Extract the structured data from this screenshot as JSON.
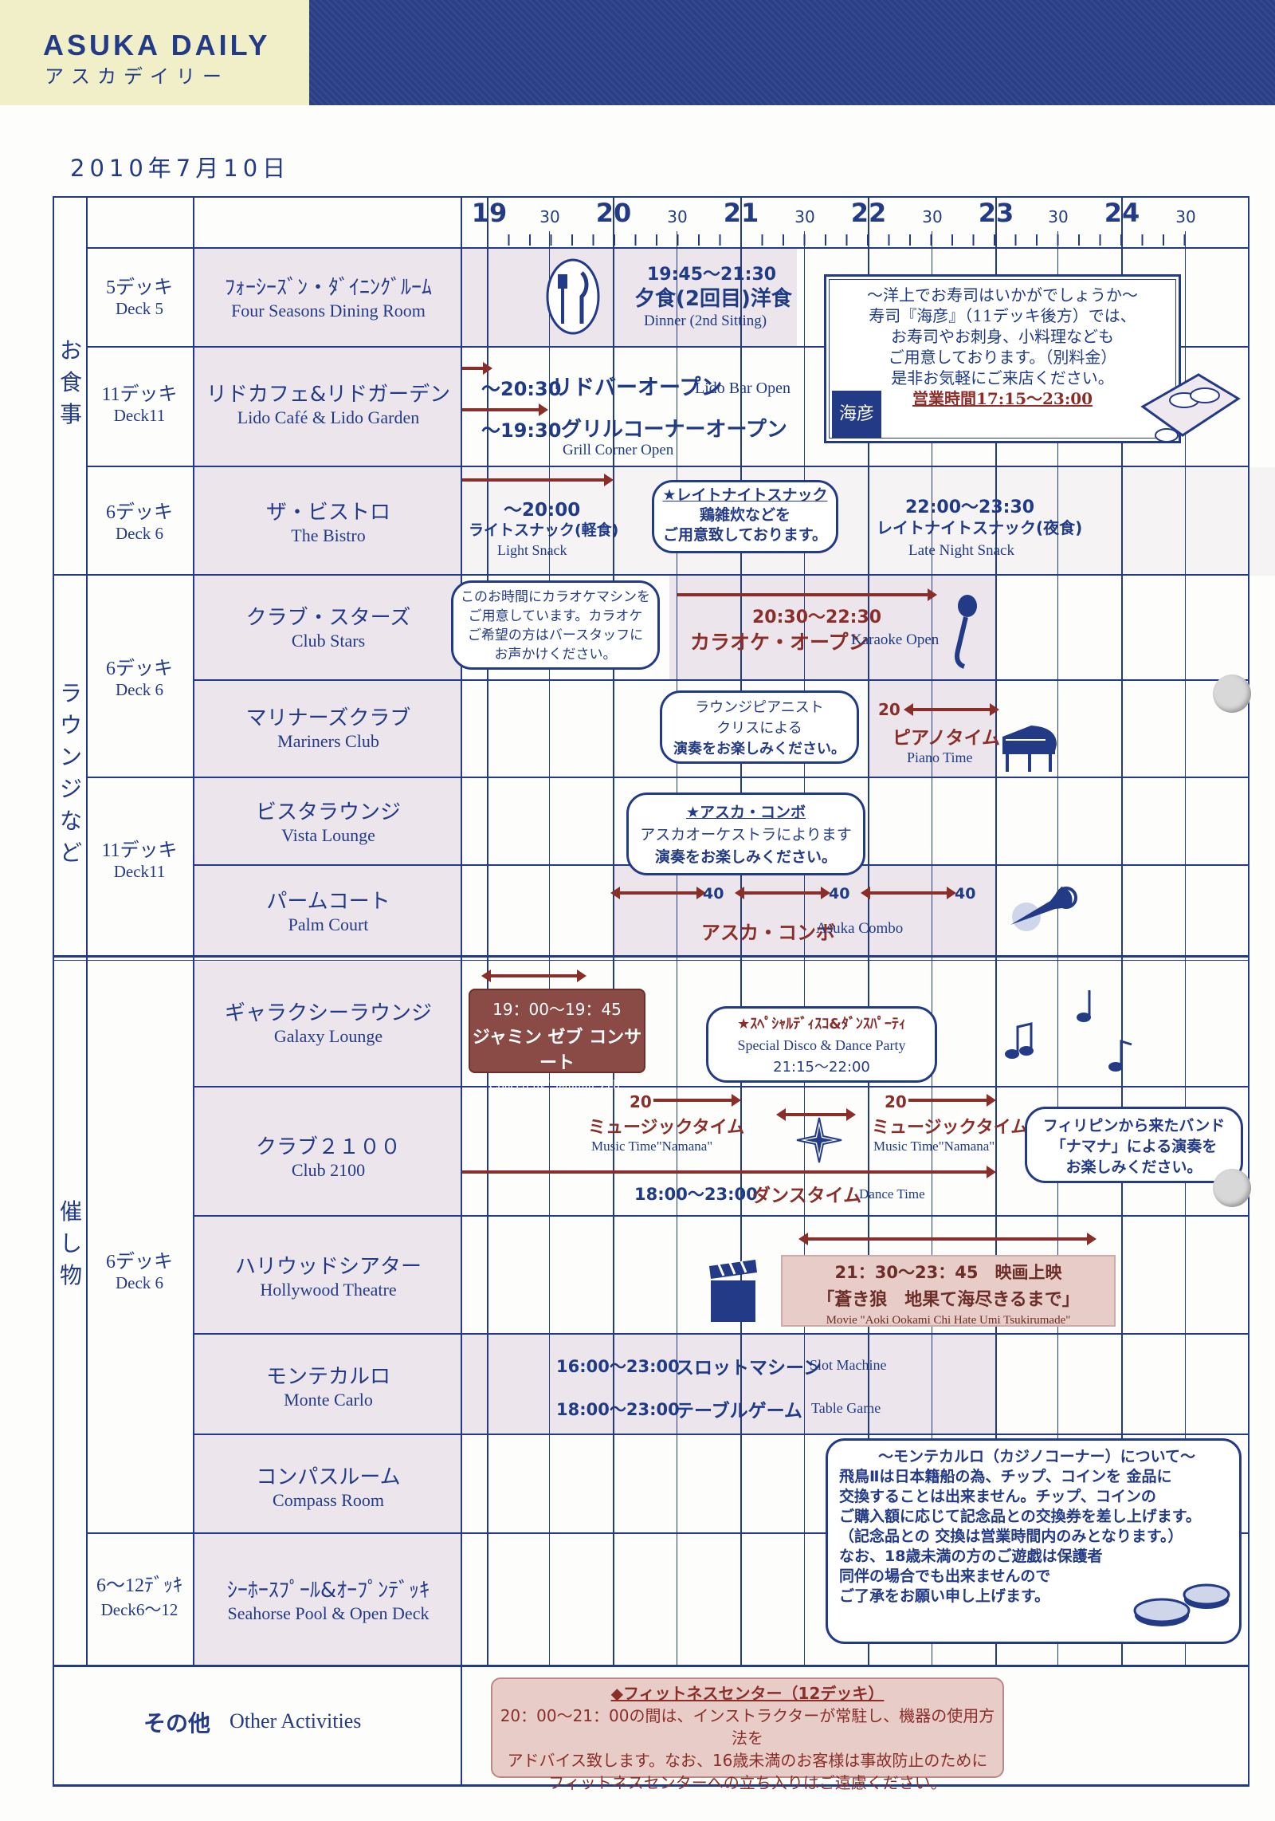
{
  "header": {
    "brand": "ASUKA DAILY",
    "brand_kana": "アスカデイリー",
    "date": "2010年7月10日"
  },
  "timeline": {
    "hours": [
      "19",
      "20",
      "21",
      "22",
      "23",
      "24"
    ],
    "half": "30"
  },
  "categories": {
    "dining": "お食事",
    "lounge": "ラウンジなど",
    "events": "催し物",
    "other": "その他",
    "other_en": "Other Activities"
  },
  "decks": {
    "d5_jp": "5デッキ",
    "d5_en": "Deck 5",
    "d11_jp": "11デッキ",
    "d11_en": "Deck11",
    "d6_jp": "6デッキ",
    "d6_en": "Deck 6",
    "d6b_jp": "6デッキ",
    "d6b_en": "Deck 6",
    "d11b_jp": "11デッキ",
    "d11b_en": "Deck11",
    "d6c_jp": "6デッキ",
    "d6c_en": "Deck 6",
    "d612_jp": "6～12ﾃﾞｯｷ",
    "d612_en": "Deck6～12"
  },
  "venues": [
    {
      "jp": "ﾌｫｰｼｰｽﾞﾝ・ﾀﾞｲﾆﾝｸﾞﾙｰﾑ",
      "en": "Four Seasons Dining Room"
    },
    {
      "jp": "リドカフェ&リドガーデン",
      "en": "Lido Café & Lido Garden"
    },
    {
      "jp": "ザ・ビストロ",
      "en": "The Bistro"
    },
    {
      "jp": "クラブ・スターズ",
      "en": "Club Stars"
    },
    {
      "jp": "マリナーズクラブ",
      "en": "Mariners Club"
    },
    {
      "jp": "ビスタラウンジ",
      "en": "Vista Lounge"
    },
    {
      "jp": "パームコート",
      "en": "Palm Court"
    },
    {
      "jp": "ギャラクシーラウンジ",
      "en": "Galaxy Lounge"
    },
    {
      "jp": "クラブ２１００",
      "en": "Club 2100"
    },
    {
      "jp": "ハリウッドシアター",
      "en": "Hollywood Theatre"
    },
    {
      "jp": "モンテカルロ",
      "en": "Monte Carlo"
    },
    {
      "jp": "コンパスルーム",
      "en": "Compass Room"
    },
    {
      "jp": "ｼｰﾎｰｽﾌﾟｰﾙ&ｵｰﾌﾟﾝﾃﾞｯｷ",
      "en": "Seahorse Pool & Open Deck"
    }
  ],
  "events": {
    "dinner_time": "19:45～21:30",
    "dinner_jp": "夕食(2回目)洋食",
    "dinner_en": "Dinner (2nd Sitting)",
    "sushi_title": "～洋上でお寿司はいかがでしょうか～",
    "sushi_l1": "寿司『海彦』（11デッキ後方）では、",
    "sushi_l2": "お寿司やお刺身、小料理なども",
    "sushi_l3": "ご用意しております。（別料金）",
    "sushi_l4": "是非お気軽にご来店ください。",
    "sushi_hours": "営業時間17:15～23:00",
    "sushi_logo": "海彦",
    "lido_bar_time": "～20:30",
    "lido_bar_jp": "リドバーオープン",
    "lido_bar_en": "Lido Bar Open",
    "grill_time": "～19:30",
    "grill_jp": "グリルコーナーオープン",
    "grill_en": "Grill Corner Open",
    "light_time": "～20:00",
    "light_jp": "ライトスナック(軽食)",
    "light_en": "Light Snack",
    "late_bubble_title": "★レイトナイトスナック",
    "late_bubble_l1": "鶏雑炊などを",
    "late_bubble_l2": "ご用意致しております。",
    "late_time": "22:00～23:30",
    "late_jp": "レイトナイトスナック(夜食)",
    "late_en": "Late Night Snack",
    "karaoke_bubble_l1": "このお時間にカラオケマシンを",
    "karaoke_bubble_l2": "ご用意しています。カラオケ",
    "karaoke_bubble_l3": "ご希望の方はバースタッフに",
    "karaoke_bubble_l4": "お声かけください。",
    "karaoke_time": "20:30～22:30",
    "karaoke_jp": "カラオケ・オープン",
    "karaoke_en": "Karaoke Open",
    "piano_bubble_l1": "ラウンジピアニスト",
    "piano_bubble_l2": "クリスによる",
    "piano_bubble_l3": "演奏をお楽しみください。",
    "piano_num": "20",
    "piano_jp": "ピアノタイム",
    "piano_en": "Piano Time",
    "combo_bubble_title": "★アスカ・コンボ",
    "combo_bubble_l1": "アスカオーケストラによります",
    "combo_bubble_l2": "演奏をお楽しみください。",
    "combo_num1": "40",
    "combo_num2": "40",
    "combo_num3": "40",
    "combo_jp": "アスカ・コンボ",
    "combo_en": "Asuka Combo",
    "galaxy_time": "19：00～19：45",
    "galaxy_jp": "ジャミン ゼブ コンサート",
    "galaxy_en": "Concert by \"Jammin' Zeb\"",
    "disco_title": "★ｽﾍﾟｼｬﾙﾃﾞｨｽｺ&ﾀﾞﾝｽﾊﾟｰﾃｨ",
    "disco_en": "Special Disco & Dance Party",
    "disco_time": "21:15～22:00",
    "music1_num": "20",
    "music1_jp": "ミュージックタイム",
    "music1_en": "Music Time\"Namana\"",
    "music2_num": "20",
    "music2_jp": "ミュージックタイム",
    "music2_en": "Music Time\"Namana\"",
    "band_l1": "フィリピンから来たバンド",
    "band_l2": "「ナマナ」による演奏を",
    "band_l3": "お楽しみください。",
    "dance_time": "18:00～23:00",
    "dance_jp": "ダンスタイム",
    "dance_en": "Dance Time",
    "movie_time": "21：30～23：45　映画上映",
    "movie_jp": "「蒼き狼　地果て海尽きるまで」",
    "movie_en": "Movie \"Aoki Ookami Chi Hate Umi Tsukirumade\"",
    "slot_time": "16:00～23:00",
    "slot_jp": "スロットマシーン",
    "slot_en": "Slot Machine",
    "table_time": "18:00～23:00",
    "table_jp": "テーブルゲーム",
    "table_en": "Table Game",
    "casino_title": "～モンテカルロ（カジノコーナー）について～",
    "casino_l1": "飛鳥Ⅱは日本籍船の為、チップ、コインを 金品に",
    "casino_l2": "交換することは出来ません。チップ、コインの",
    "casino_l3": "ご購入額に応じて記念品との交換券を差し上げます。",
    "casino_l4": "（記念品との 交換は営業時間内のみとなります。）",
    "casino_l5": "なお、18歳未満の方のご遊戯は保護者",
    "casino_l6": "同伴の場合でも出来ませんので",
    "casino_l7": "ご了承をお願い申し上げます。",
    "fitness_title": "◆フィットネスセンター（12デッキ）",
    "fitness_l1": "20：00～21：00の間は、インストラクターが常駐し、機器の使用方法を",
    "fitness_l2": "アドバイス致します。なお、16歳未満のお客様は事故防止のために",
    "fitness_l3": "フィットネスセンターへの立ち入りはご遠慮ください。"
  },
  "colors": {
    "navy": "#233a86",
    "maroon": "#8a2e2a",
    "shade": "#ece6ec",
    "header_bg": "#2b3f86",
    "header_left": "#f0efc8"
  },
  "icons": [
    "fork-knife-icon",
    "sushi-plate-icon",
    "microphone-icon",
    "grand-piano-icon",
    "trumpet-icon",
    "music-notes-icon",
    "compass-rose-icon",
    "clapperboard-icon",
    "casino-chips-icon"
  ]
}
